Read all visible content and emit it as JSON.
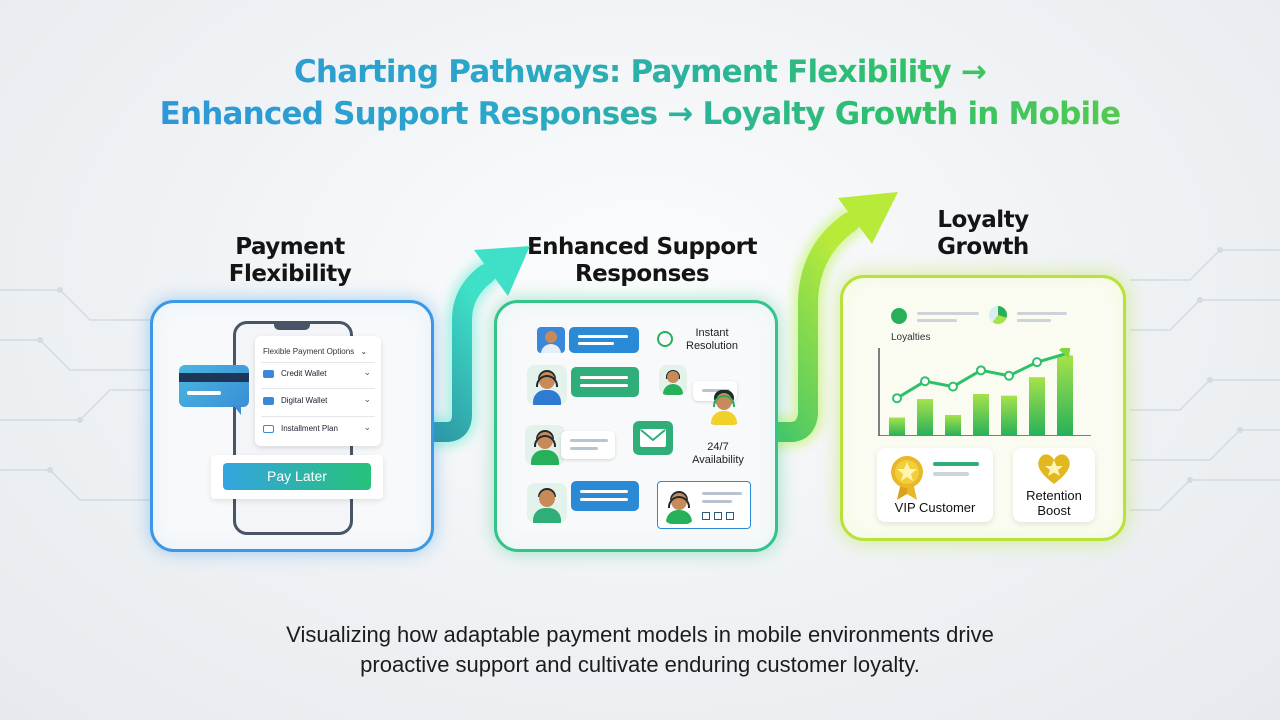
{
  "title": {
    "line1": "Charting Pathways: Payment Flexibility →",
    "line2": "Enhanced Support Responses → Loyalty Growth in Mobile"
  },
  "stages": {
    "payment": {
      "label_line1": "Payment",
      "label_line2": "Flexibility",
      "options_header": "Flexible Payment Options",
      "options": [
        "Credit Wallet",
        "Digital Wallet",
        "Installment Plan"
      ],
      "button": "Pay Later"
    },
    "support": {
      "label_line1": "Enhanced Support",
      "label_line2": "Responses",
      "instant_line1": "Instant",
      "instant_line2": "Resolution",
      "availability_line1": "24/7",
      "availability_line2": "Availability"
    },
    "loyalty": {
      "label_line1": "Loyalty",
      "label_line2": "Growth",
      "chart_label": "Loyalties",
      "vip_badge": "VIP Customer",
      "retention_line1": "Retention",
      "retention_line2": "Boost",
      "bar_levels": [
        0.22,
        0.44,
        0.25,
        0.5,
        0.48,
        0.7,
        0.96
      ],
      "trend_levels": [
        0.35,
        0.6,
        0.52,
        0.76,
        0.68,
        0.88,
        1.0
      ]
    }
  },
  "subtitle": {
    "line1": "Visualizing how adaptable payment models in mobile environments drive",
    "line2": "proactive support and cultivate enduring customer loyalty."
  },
  "colors": {
    "blue": "#3b98e6",
    "teal": "#34c48a",
    "lime": "#b8e23a",
    "green": "#27b05a"
  },
  "icons": [
    "credit-card-icon",
    "wallet-icon",
    "chat-icon",
    "mail-icon",
    "headset-icon",
    "badge-star-icon",
    "heart-star-icon",
    "arrow-up-icon"
  ]
}
